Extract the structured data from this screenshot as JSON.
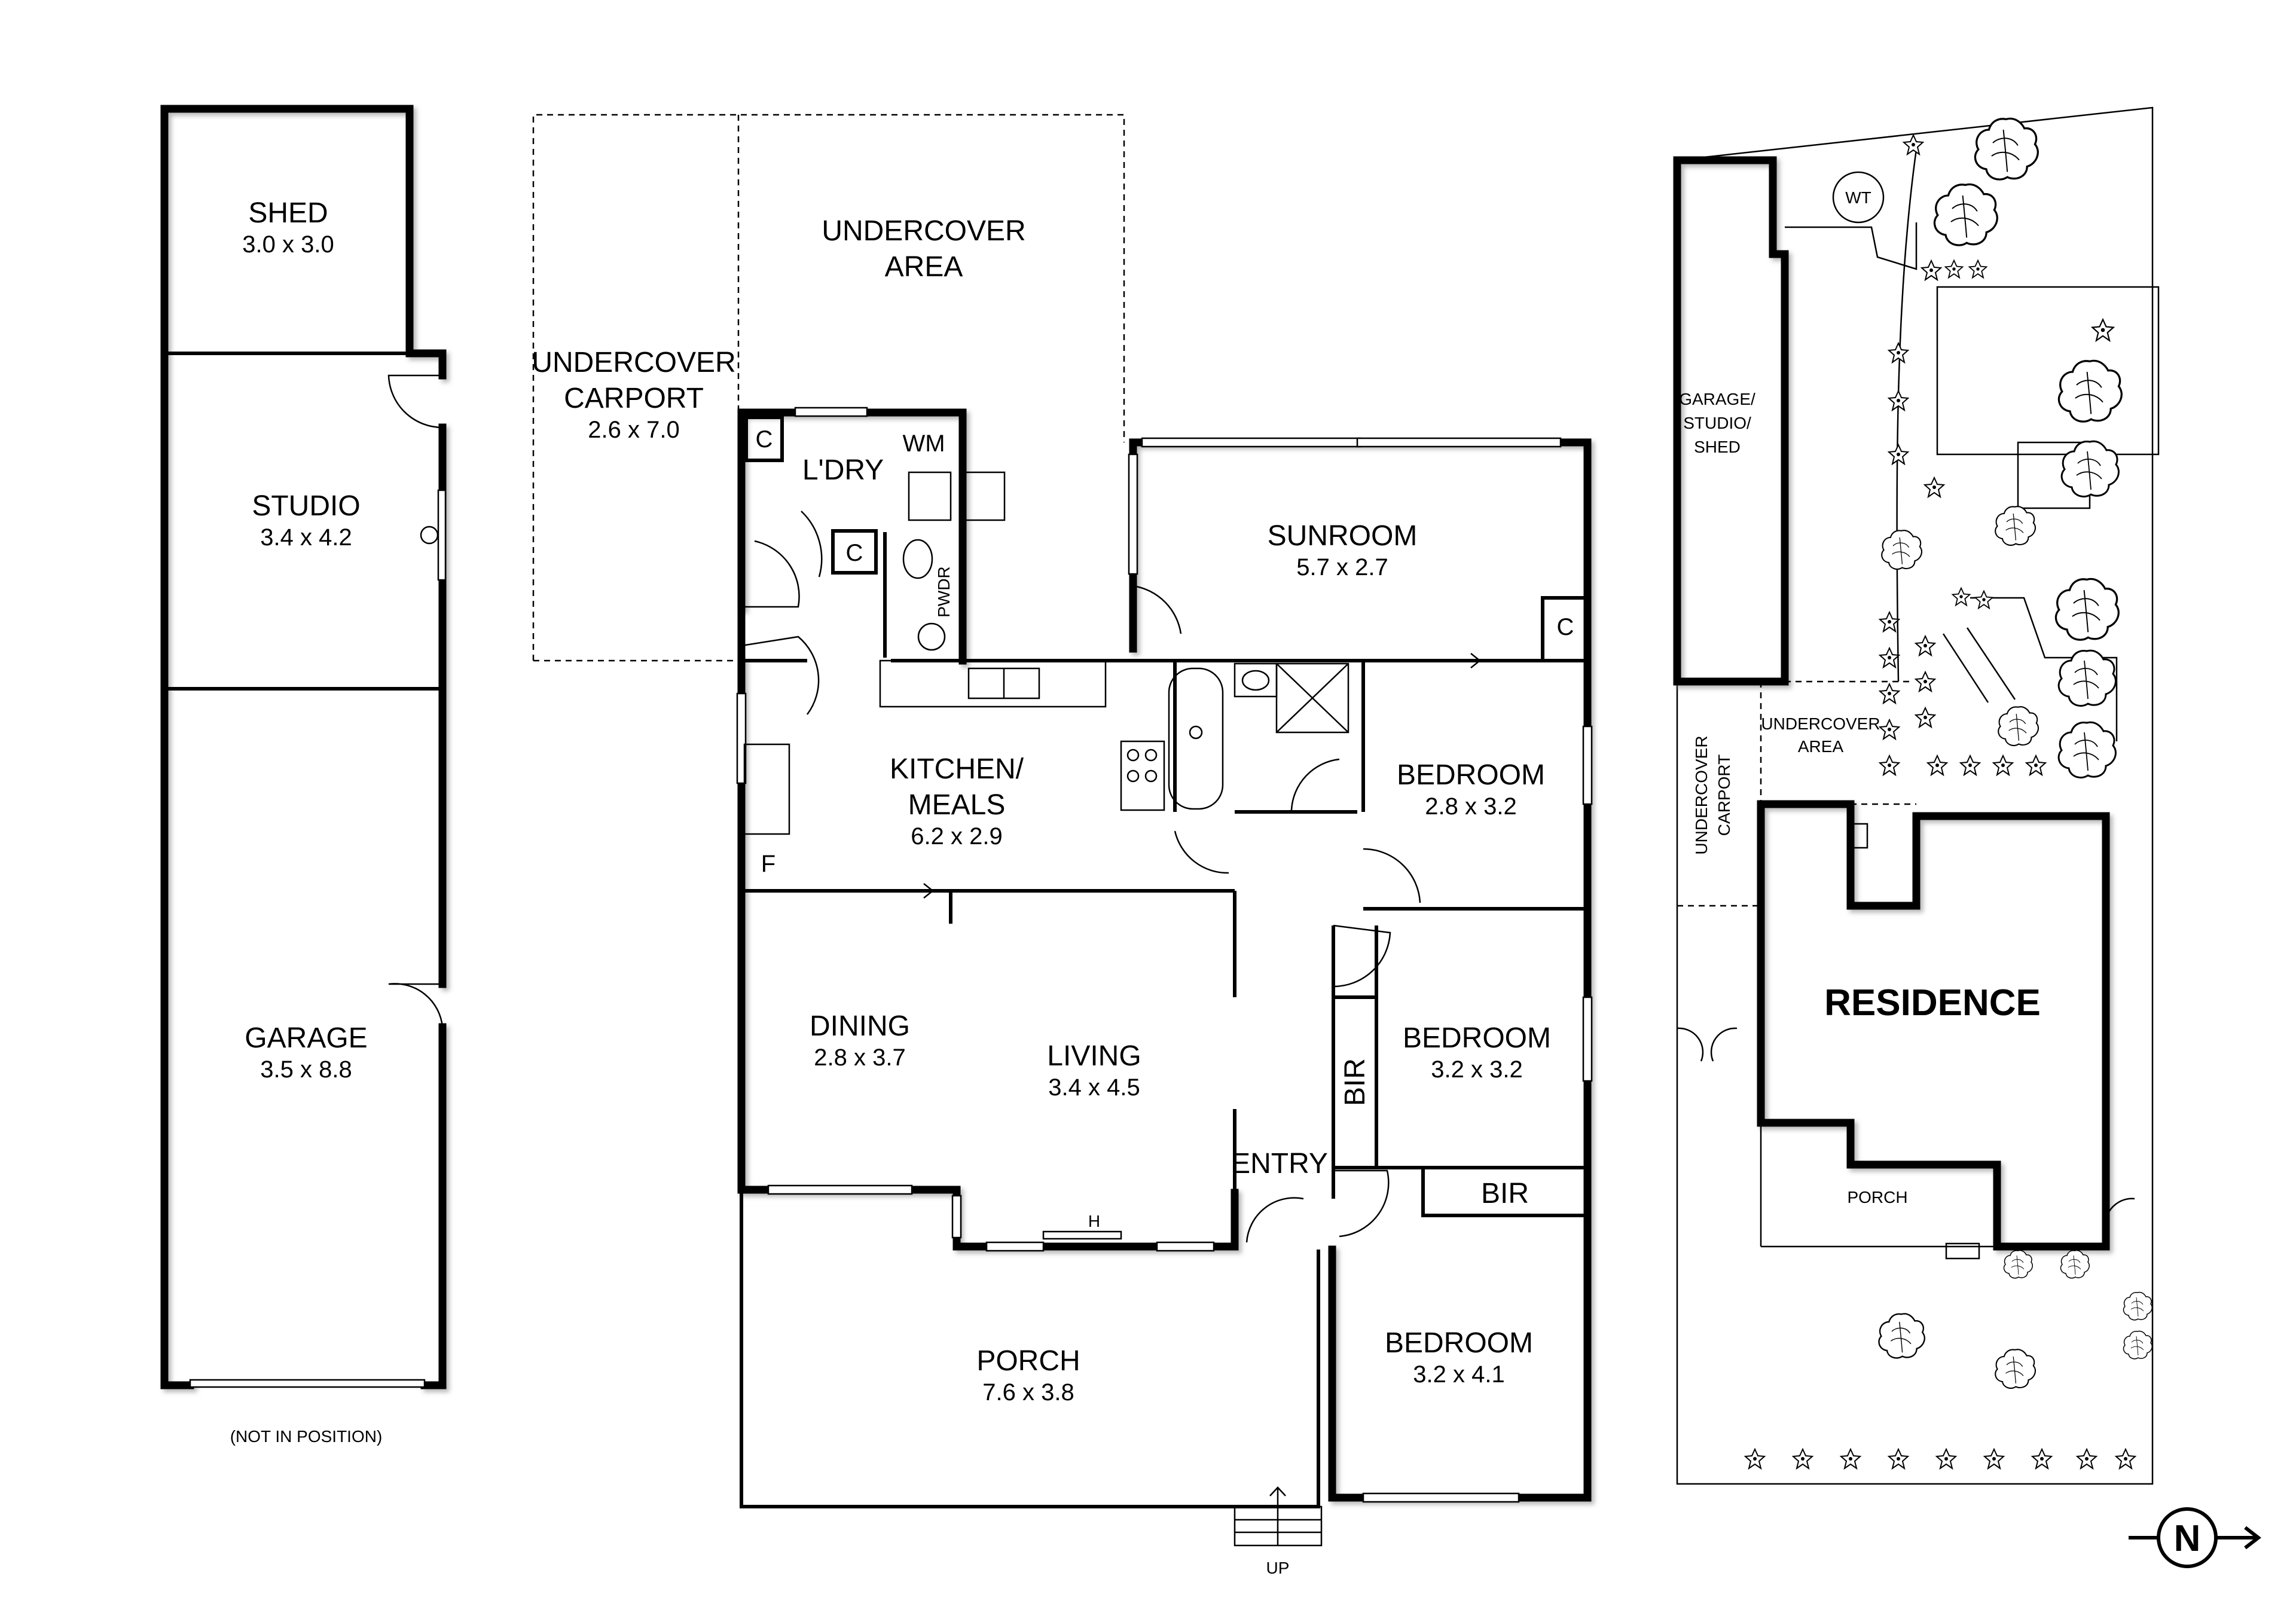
{
  "outbuilding": {
    "shed": {
      "name": "SHED",
      "dims": "3.0 x 3.0"
    },
    "studio": {
      "name": "STUDIO",
      "dims": "3.4 x 4.2"
    },
    "garage": {
      "name": "GARAGE",
      "dims": "3.5 x 8.8"
    },
    "note": "(NOT IN POSITION)"
  },
  "house": {
    "undercover_area": {
      "line1": "UNDERCOVER",
      "line2": "AREA"
    },
    "undercover_carport": {
      "line1": "UNDERCOVER",
      "line2": "CARPORT",
      "dims": "2.6 x 7.0"
    },
    "laundry": {
      "name": "L'DRY",
      "wm": "WM",
      "cupboard": "C",
      "cupboard2": "C",
      "powder": "PWDR"
    },
    "sunroom": {
      "name": "SUNROOM",
      "dims": "5.7 x 2.7",
      "cupboard": "C"
    },
    "kitchen": {
      "line1": "KITCHEN/",
      "line2": "MEALS",
      "dims": "6.2 x 2.9",
      "fridge": "F"
    },
    "bedroom1": {
      "name": "BEDROOM",
      "dims": "2.8 x 3.2"
    },
    "bedroom2": {
      "name": "BEDROOM",
      "dims": "3.2 x 3.2",
      "bir": "BIR"
    },
    "bedroom3": {
      "name": "BEDROOM",
      "dims": "3.2 x 4.1",
      "bir": "BIR"
    },
    "dining": {
      "name": "DINING",
      "dims": "2.8 x 3.7"
    },
    "living": {
      "name": "LIVING",
      "dims": "3.4 x 4.5",
      "heater": "H"
    },
    "entry": {
      "name": "ENTRY"
    },
    "porch": {
      "name": "PORCH",
      "dims": "7.6 x 3.8",
      "up": "UP"
    }
  },
  "site": {
    "garage_studio_shed": {
      "line1": "GARAGE/",
      "line2": "STUDIO/",
      "line3": "SHED"
    },
    "water_tank": "WT",
    "undercover_area": {
      "line1": "UNDERCOVER",
      "line2": "AREA"
    },
    "undercover_carport": {
      "line1": "UNDERCOVER",
      "line2": "CARPORT"
    },
    "residence": "RESIDENCE",
    "porch": "PORCH"
  },
  "compass": {
    "label": "N"
  }
}
